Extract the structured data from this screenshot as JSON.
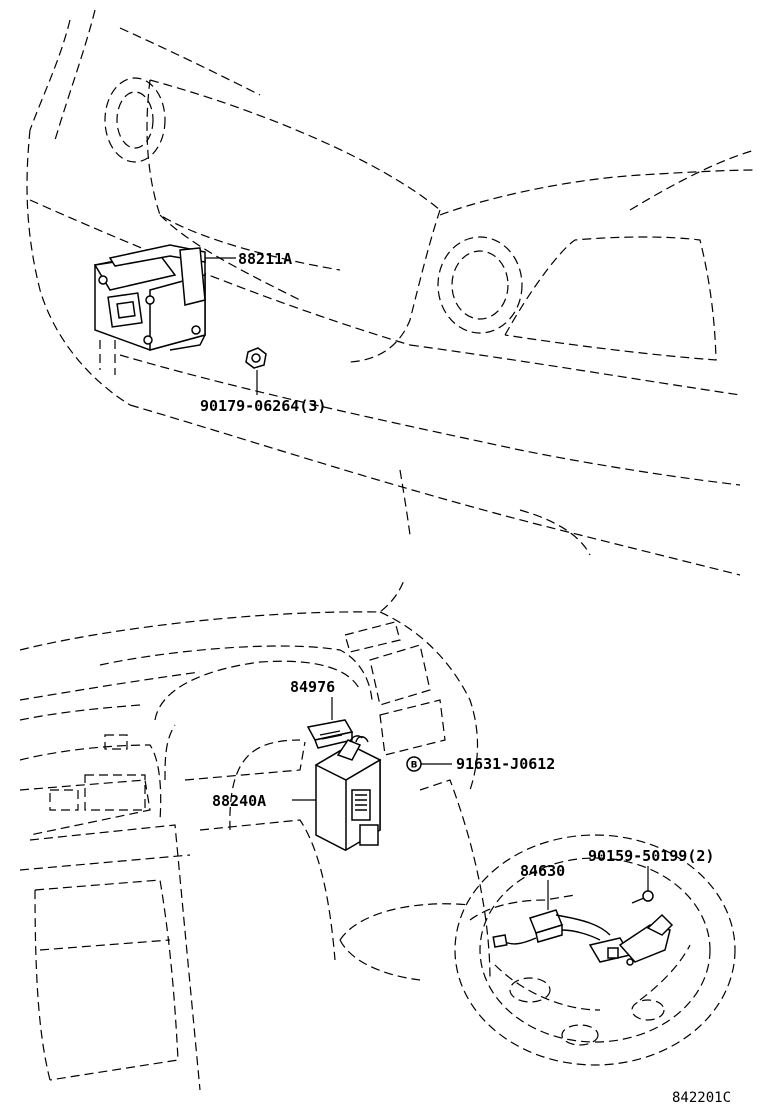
{
  "labels": {
    "sensor": "88211A",
    "sensor_nut": "90179-06264(3)",
    "switch": "84976",
    "clip": "91631-J0612",
    "clip_badge": "B",
    "computer": "88240A",
    "steering_switch": "84630",
    "screw": "90159-50199(2)",
    "figure_code": "842201C"
  }
}
